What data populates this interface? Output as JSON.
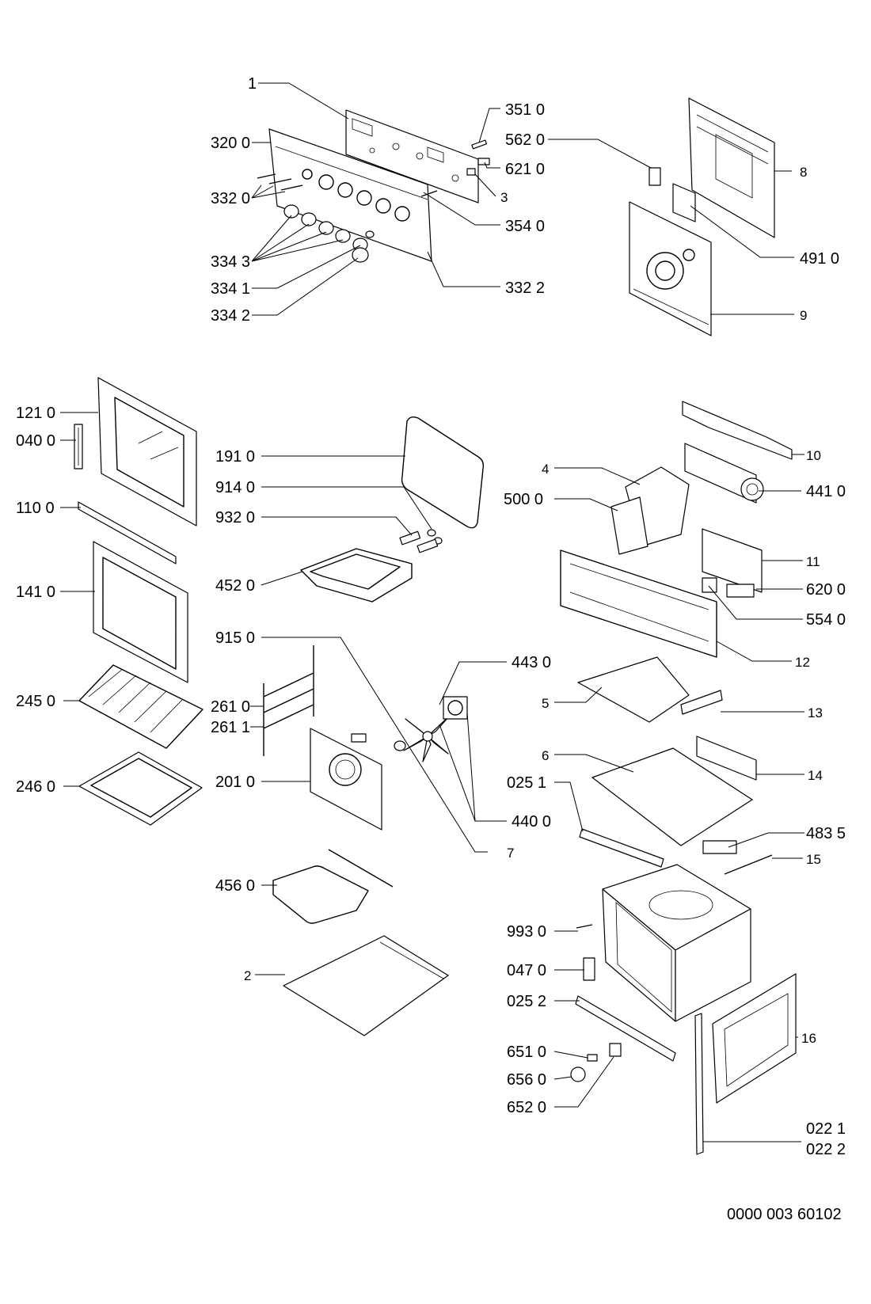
{
  "labels": {
    "l_1": "1",
    "l_320_0": "320 0",
    "l_332_0": "332 0",
    "l_334_3": "334 3",
    "l_334_1": "334 1",
    "l_334_2": "334 2",
    "l_351_0": "351 0",
    "l_562_0": "562 0",
    "l_621_0": "621 0",
    "l_3": "3",
    "l_354_0": "354 0",
    "l_332_2": "332 2",
    "l_8": "8",
    "l_491_0": "491 0",
    "l_9": "9",
    "l_121_0": "121 0",
    "l_040_0": "040 0",
    "l_110_0": "110 0",
    "l_141_0": "141 0",
    "l_245_0": "245 0",
    "l_246_0": "246 0",
    "l_191_0": "191 0",
    "l_914_0": "914 0",
    "l_932_0": "932 0",
    "l_452_0": "452 0",
    "l_915_0": "915 0",
    "l_261_0": "261 0",
    "l_261_1": "261 1",
    "l_201_0": "201 0",
    "l_456_0": "456 0",
    "l_2": "2",
    "l_443_0": "443 0",
    "l_440_0": "440 0",
    "l_7": "7",
    "l_4": "4",
    "l_500_0": "500 0",
    "l_10": "10",
    "l_441_0": "441 0",
    "l_11": "11",
    "l_620_0": "620 0",
    "l_554_0": "554 0",
    "l_12": "12",
    "l_5": "5",
    "l_13": "13",
    "l_6": "6",
    "l_14": "14",
    "l_025_1": "025 1",
    "l_483_5": "483 5",
    "l_15": "15",
    "l_993_0": "993 0",
    "l_047_0": "047 0",
    "l_025_2": "025 2",
    "l_651_0": "651 0",
    "l_656_0": "656 0",
    "l_652_0": "652 0",
    "l_16": "16",
    "l_022_1": "022 1",
    "l_022_2": "022 2",
    "doc_number": "0000 003 60102"
  }
}
